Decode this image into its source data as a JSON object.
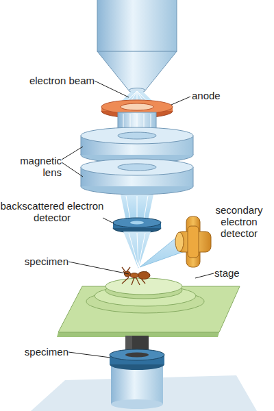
{
  "diagram": {
    "labels": [
      "electron beam",
      "anode",
      "magnetic lens",
      "backscattered electron detector",
      "secondary electron detector",
      "specimen",
      "stage",
      "specimen"
    ]
  }
}
